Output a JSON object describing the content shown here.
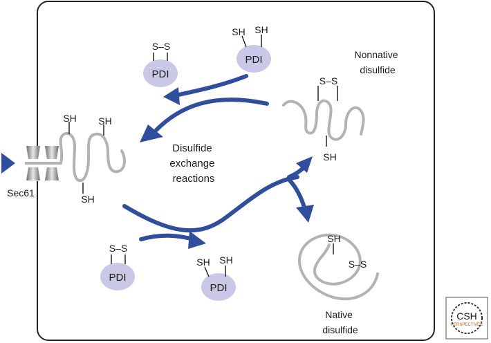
{
  "labels": {
    "sh": "SH",
    "ss": "S–S",
    "pdi": "PDI",
    "sec61": "Sec61",
    "exchange": [
      "Disulfide",
      "exchange",
      "reactions"
    ],
    "nonnative": [
      "Nonnative",
      "disulfide"
    ],
    "native": [
      "Native",
      "disulfide"
    ],
    "logo_top": "CSH",
    "logo_bottom": "PERSPECTIVES"
  },
  "colors": {
    "arrow": "#2f4f9e",
    "pdi_fill": "#c9c8e6",
    "chain": "#b3b3b3",
    "frame": "#222222"
  },
  "icons": {
    "translocon": "sec61-channel-icon",
    "logo": "csh-perspectives-logo"
  }
}
